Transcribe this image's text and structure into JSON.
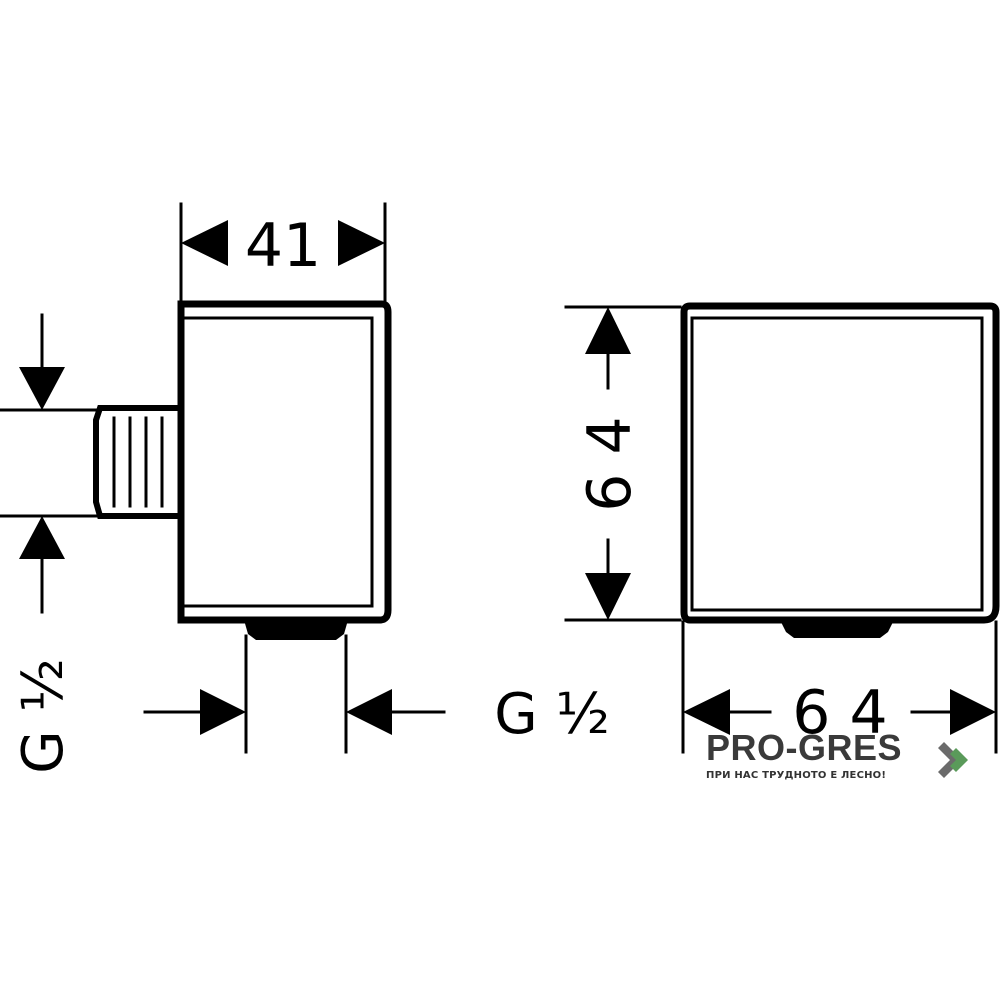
{
  "side_view": {
    "width_label": "41",
    "thread_left_label": "G ½",
    "thread_bottom_label": "G ½"
  },
  "front_view": {
    "height_label": "6 4",
    "width_label": "6 4"
  },
  "brand": {
    "name": "PRO-GRES",
    "tagline": "ПРИ НАС ТРУДНОТО Е ЛЕСНО!",
    "accent_color": "#5a9a5a"
  }
}
